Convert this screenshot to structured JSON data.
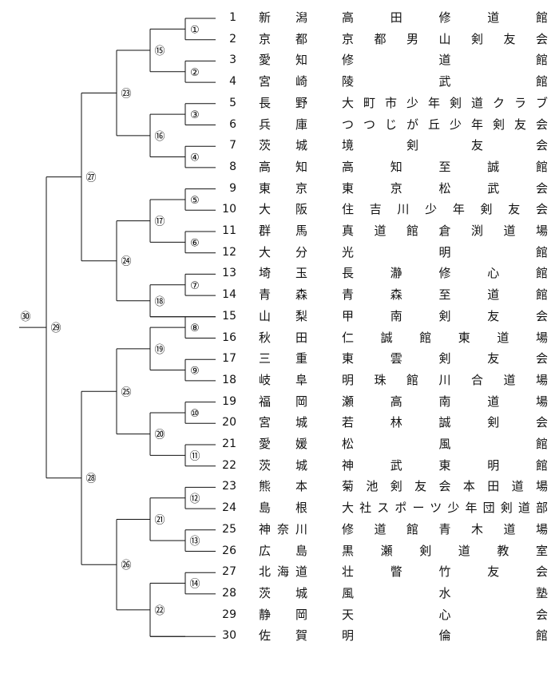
{
  "entries": [
    {
      "no": "1",
      "prefecture": "新　潟",
      "team": "高田修道館"
    },
    {
      "no": "2",
      "prefecture": "京　都",
      "team": "京都男山剣友会"
    },
    {
      "no": "3",
      "prefecture": "愛　知",
      "team": "修道館"
    },
    {
      "no": "4",
      "prefecture": "宮　崎",
      "team": "陵武館"
    },
    {
      "no": "5",
      "prefecture": "長　野",
      "team": "大町市少年剣道クラブ"
    },
    {
      "no": "6",
      "prefecture": "兵　庫",
      "team": "つつじが丘少年剣友会"
    },
    {
      "no": "7",
      "prefecture": "茨　城",
      "team": "境剣友会"
    },
    {
      "no": "8",
      "prefecture": "高　知",
      "team": "高知至誠館"
    },
    {
      "no": "9",
      "prefecture": "東　京",
      "team": "東京松武会"
    },
    {
      "no": "10",
      "prefecture": "大　阪",
      "team": "住吉川少年剣友会"
    },
    {
      "no": "11",
      "prefecture": "群　馬",
      "team": "真道館倉渕道場"
    },
    {
      "no": "12",
      "prefecture": "大　分",
      "team": "光明館"
    },
    {
      "no": "13",
      "prefecture": "埼　玉",
      "team": "長瀞修心館"
    },
    {
      "no": "14",
      "prefecture": "青　森",
      "team": "青森至道館"
    },
    {
      "no": "15",
      "prefecture": "山　梨",
      "team": "甲南剣友会"
    },
    {
      "no": "16",
      "prefecture": "秋　田",
      "team": "仁誠館東道場"
    },
    {
      "no": "17",
      "prefecture": "三　重",
      "team": "東雲剣友会"
    },
    {
      "no": "18",
      "prefecture": "岐　阜",
      "team": "明珠館川合道場"
    },
    {
      "no": "19",
      "prefecture": "福　岡",
      "team": "瀬高南道場"
    },
    {
      "no": "20",
      "prefecture": "宮　城",
      "team": "若林誠剣会"
    },
    {
      "no": "21",
      "prefecture": "愛　媛",
      "team": "松風館"
    },
    {
      "no": "22",
      "prefecture": "茨　城",
      "team": "神武東明館"
    },
    {
      "no": "23",
      "prefecture": "熊　本",
      "team": "菊池剣友会本田道場"
    },
    {
      "no": "24",
      "prefecture": "島　根",
      "team": "大社スポーツ少年団剣道部"
    },
    {
      "no": "25",
      "prefecture": "神奈川",
      "team": "修道館青木道場"
    },
    {
      "no": "26",
      "prefecture": "広　島",
      "team": "黒瀬剣道教室"
    },
    {
      "no": "27",
      "prefecture": "北海道",
      "team": "壮瞥竹友会"
    },
    {
      "no": "28",
      "prefecture": "茨　城",
      "team": "風水塾"
    },
    {
      "no": "29",
      "prefecture": "静　岡",
      "team": "天心会"
    },
    {
      "no": "30",
      "prefecture": "佐　賀",
      "team": "明倫館"
    }
  ],
  "match_labels": [
    "①",
    "②",
    "③",
    "④",
    "⑤",
    "⑥",
    "⑦",
    "⑧",
    "⑨",
    "⑩",
    "⑪",
    "⑫",
    "⑬",
    "⑭",
    "⑮",
    "⑯",
    "⑰",
    "⑱",
    "⑲",
    "⑳",
    "㉑",
    "㉒",
    "㉓",
    "㉔",
    "㉕",
    "㉖",
    "㉗",
    "㉘",
    "㉙",
    "㉚"
  ]
}
